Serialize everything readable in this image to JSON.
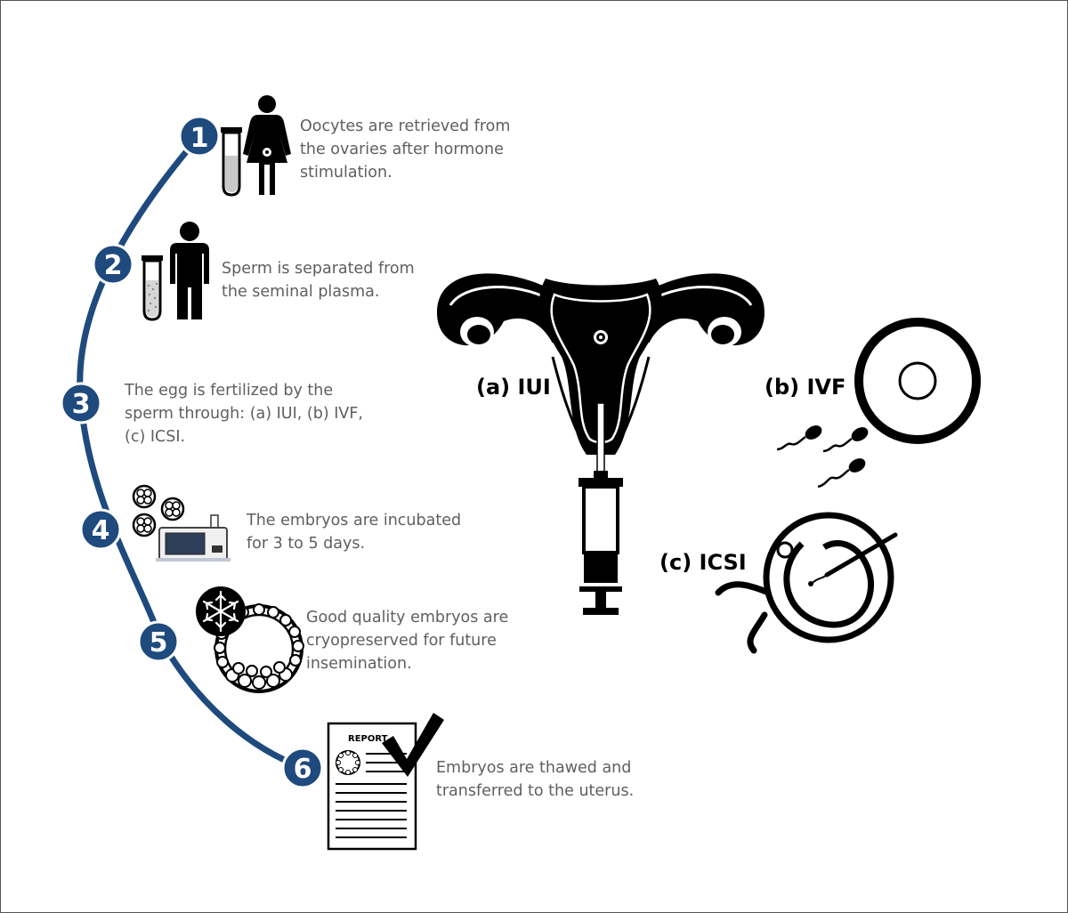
{
  "steps": [
    {
      "number": "1",
      "text": "Oocytes are retrieved from\nthe ovaries after hormone\nstimulation."
    },
    {
      "number": "2",
      "text": "Sperm is separated from\nthe seminal plasma."
    },
    {
      "number": "3",
      "text": "The egg is fertilized by the\nsperm through: (a) IUI, (b) IVF,\n(c) ICSI."
    },
    {
      "number": "4",
      "text": "The embryos are incubated\nfor 3 to 5 days."
    },
    {
      "number": "5",
      "text": "Good quality embryos are\ncryopreserved for future\ninsemination."
    },
    {
      "number": "6",
      "text": "Embryos are thawed and\ntransferred to the uterus."
    }
  ],
  "methods": {
    "iui": "(a) IUI",
    "ivf": "(b) IVF",
    "icsi": "(c) ICSI"
  },
  "report_label": "REPORT",
  "colors": {
    "arc": "#1e4a7e",
    "badge": "#1e4a7e",
    "text": "#5f5f5f",
    "icon": "#000000"
  },
  "icons": [
    "test-tube-icon",
    "woman-icon",
    "man-icon",
    "embryo-cluster-icon",
    "incubator-icon",
    "snowflake-icon",
    "blastocyst-icon",
    "report-icon",
    "checkmark-icon",
    "uterus-icon",
    "syringe-icon",
    "egg-icon",
    "sperm-icon",
    "micropipette-icon"
  ]
}
